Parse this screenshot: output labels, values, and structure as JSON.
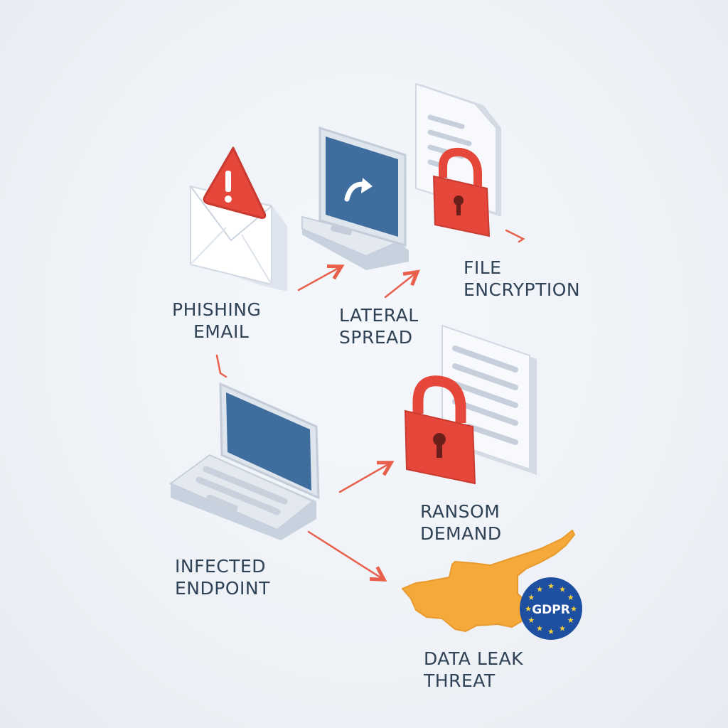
{
  "stages": {
    "phishing_email": {
      "line1": "PHISHING",
      "line2": "EMAIL"
    },
    "lateral_spread": {
      "line1": "LATERAL",
      "line2": "SPREAD"
    },
    "file_encryption": {
      "line1": "FILE",
      "line2": "ENCRYPTION"
    },
    "infected_endpoint": {
      "line1": "INFECTED",
      "line2": "ENDPOINT"
    },
    "ransom_demand": {
      "line1": "RANSOM",
      "line2": "DEMAND"
    },
    "data_leak_threat": {
      "line1": "DATA LEAK",
      "line2": "THREAT"
    }
  },
  "badge": {
    "text": "GDPR"
  },
  "colors": {
    "accent": "#e8604c",
    "alert": "#e5473b",
    "screen": "#3f6d9e",
    "map": "#f5a93b",
    "eu_blue": "#1f4fa0",
    "eu_star": "#f5d23b",
    "text": "#2f4256"
  }
}
